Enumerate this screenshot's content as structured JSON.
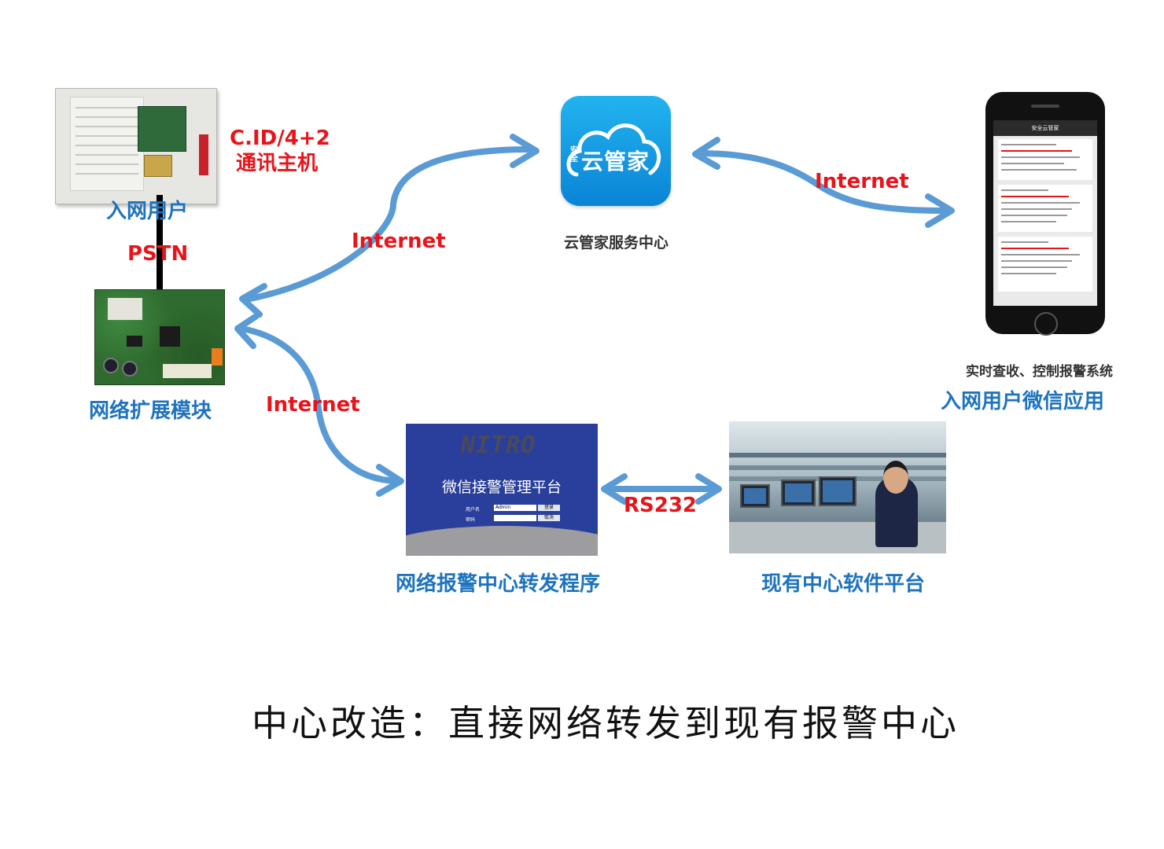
{
  "labels": {
    "cid_line1": "C.ID/4+2",
    "cid_line2": "通讯主机",
    "user_node": "入网用户",
    "pstn": "PSTN",
    "module": "网络扩展模块",
    "internet_left_top": "Internet",
    "internet_left_bottom": "Internet",
    "internet_right": "Internet",
    "cloud_icon_text": "云管家",
    "cloud_icon_small": "安全",
    "cloud_center": "云管家服务中心",
    "phone_desc": "实时查收、控制报警系统",
    "phone_app": "入网用户微信应用",
    "rs232": "RS232",
    "relay_program": "网络报警中心转发程序",
    "center_platform": "现有中心软件平台",
    "bottom_caption": "中心改造：直接网络转发到现有报警中心"
  },
  "nitro_screen": {
    "logo": "NITRO",
    "title": "微信接警管理平台",
    "user_label": "用户名",
    "user_value": "Admin",
    "pass_label": "密码",
    "login_btn": "登录",
    "cancel_btn": "取消"
  },
  "phone_screen": {
    "header": "安全云管家"
  },
  "colors": {
    "arrow": "#5b9bd5",
    "red_label": "#e8141a",
    "blue_label": "#1e73be"
  }
}
